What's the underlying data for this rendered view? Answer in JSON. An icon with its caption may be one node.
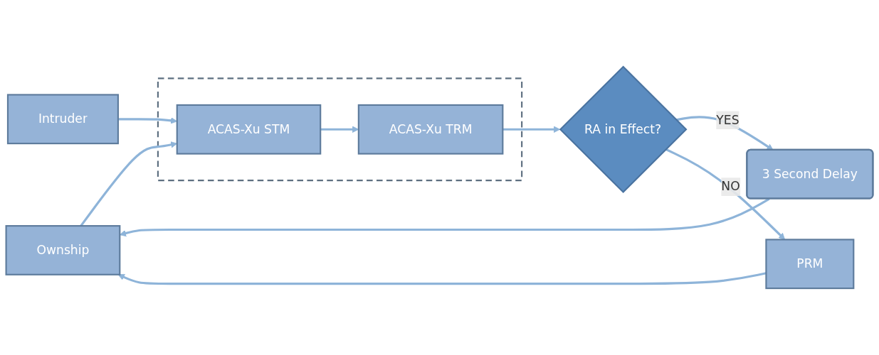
{
  "diagram": {
    "nodes": [
      {
        "text": [
          "Ownship"
        ]
      },
      {
        "text": [
          "Intruder"
        ]
      },
      {
        "text": [],
        "shape": "box"
      },
      {
        "text": [
          "ACAS-Xu STM"
        ],
        "in": 2
      },
      {
        "text": [
          "ACAS-Xu TRM"
        ],
        "in": 2
      },
      {
        "text": [
          "RA in Effect?"
        ]
      },
      {
        "text": [
          "3 Second Delay"
        ]
      },
      {
        "text": [
          "PRM"
        ]
      }
    ],
    "edges": [
      {
        "from": 0,
        "to": 3,
        "arrow": "to"
      },
      {
        "from": 1,
        "to": 3,
        "arrow": "to"
      },
      {
        "from": 3,
        "to": 4,
        "arrow": "to"
      },
      {
        "from": 4,
        "to": 5,
        "arrow": "to"
      },
      {
        "from": 5,
        "to": 6,
        "arrow": "to",
        "label": "YES"
      },
      {
        "from": 5,
        "to": 7,
        "arrow": "to",
        "label": "NO"
      },
      {
        "from": 6,
        "to": 0,
        "arrow": "to"
      },
      {
        "from": 7,
        "to": 0,
        "arrow": "to"
      }
    ]
  }
}
